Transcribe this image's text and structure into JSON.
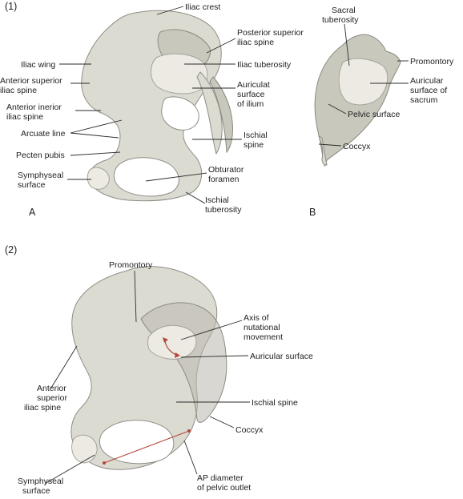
{
  "panel1": {
    "number": "(1)",
    "view_a": "A",
    "view_b": "B",
    "labels_a": {
      "iliac_crest": "Iliac crest",
      "psis": [
        "Posterior superior",
        "iliac spine"
      ],
      "iliac_tuberosity": "Iliac tuberosity",
      "auricular_ilium": [
        "Auriculat",
        "surface",
        "of ilium"
      ],
      "iliac_wing": "Iliac wing",
      "asis": [
        "Anterior superior",
        "iliac spine"
      ],
      "aiis": [
        "Anterior inerior",
        "iliac spine"
      ],
      "arcuate_line": "Arcuate line",
      "ischial_spine": [
        "Ischial",
        "spine"
      ],
      "pecten_pubis": "Pecten pubis",
      "symphyseal": [
        "Symphyseal",
        "surface"
      ],
      "obturator": [
        "Obturator",
        "foramen"
      ],
      "ischial_tuberosity": [
        "Ischial",
        "tuberosity"
      ]
    },
    "labels_b": {
      "sacral_tuberosity": [
        "Sacral",
        "tuberosity"
      ],
      "promontory": "Promontory",
      "auricular_sacrum": [
        "Auricular",
        "surface of",
        "sacrum"
      ],
      "pelvic_surface": "Pelvic surface",
      "coccyx": "Coccyx"
    }
  },
  "panel2": {
    "number": "(2)",
    "labels": {
      "promontory": "Promontory",
      "axis": [
        "Axis of",
        "nutational",
        "movement"
      ],
      "auricular": "Auricular surface",
      "asis": [
        "Anterior",
        "superior",
        "iliac spine"
      ],
      "ischial_spine": "Ischial spine",
      "coccyx": "Coccyx",
      "symphyseal": [
        "Symphyseal",
        "surface"
      ],
      "ap_diameter": [
        "AP diameter",
        "of pelvic outlet"
      ]
    }
  },
  "colors": {
    "bone": "#dcdbd2",
    "bone_outline": "#8f8e86",
    "highlight": "#eceae3",
    "arrow_red": "#b5473a"
  }
}
